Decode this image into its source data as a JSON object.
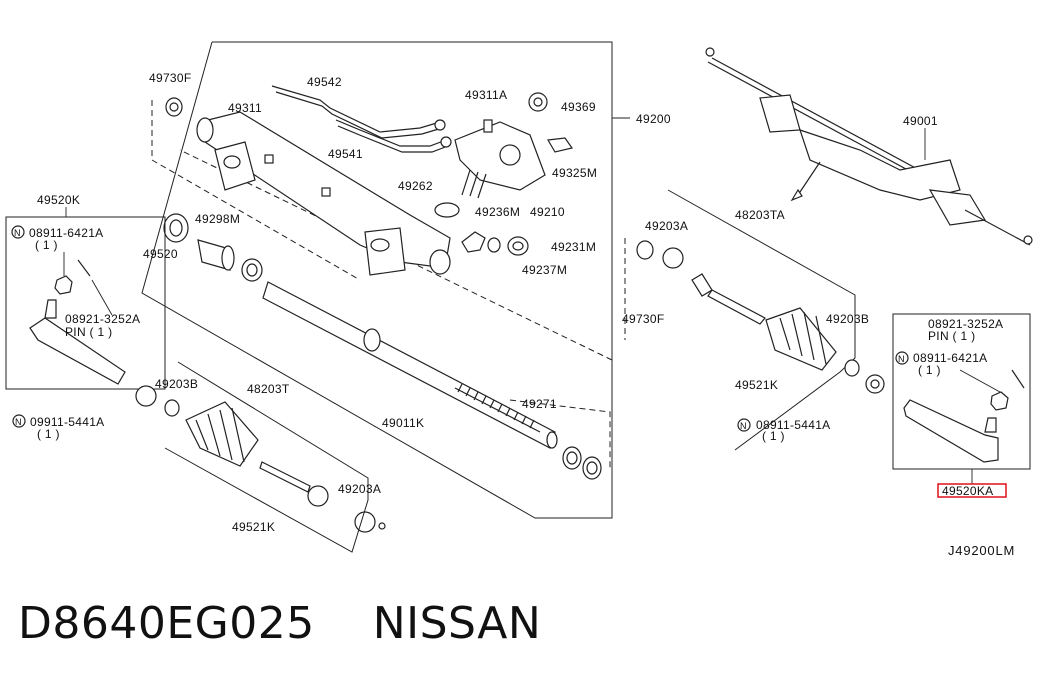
{
  "labels": {
    "l_49730F_top": "49730F",
    "l_49542": "49542",
    "l_49311A": "49311A",
    "l_49369": "49369",
    "l_49200": "49200",
    "l_49311": "49311",
    "l_49541": "49541",
    "l_49325M": "49325M",
    "l_49262": "49262",
    "l_49210": "49210",
    "l_49236M": "49236M",
    "l_49231M": "49231M",
    "l_49237M": "49237M",
    "l_49298M": "49298M",
    "l_49520": "49520",
    "l_49520K_left": "49520K",
    "l_08911_6421A_left": "08911-6421A",
    "l_qty1_a": "( 1 )",
    "l_08921_3252A_left": "08921-3252A",
    "l_pin1_left": "PIN ( 1 )",
    "l_09911_5441A": "09911-5441A",
    "l_qty1_b": "( 1 )",
    "l_49203B_left": "49203B",
    "l_48203T": "48203T",
    "l_49011K": "49011K",
    "l_49271": "49271",
    "l_49203A_left": "49203A",
    "l_49521K_left": "49521K",
    "l_49001": "49001",
    "l_49203A_right": "49203A",
    "l_48203TA": "48203TA",
    "l_49730F_right": "49730F",
    "l_49203B_right": "49203B",
    "l_49521K_right": "49521K",
    "l_08911_5441A": "08911-5441A",
    "l_qty1_c": "( 1 )",
    "l_08921_3252A_right": "08921-3252A",
    "l_pin1_right": "PIN ( 1 )",
    "l_08911_6421A_right": "08911-6421A",
    "l_qty1_d": "( 1 )",
    "l_49520KA": "49520KA"
  },
  "n_marker": "N",
  "highlight_color": "#e0101a",
  "diagram_code": "J49200LM",
  "footer": {
    "part_number": "D8640EG025",
    "brand": "NISSAN"
  }
}
